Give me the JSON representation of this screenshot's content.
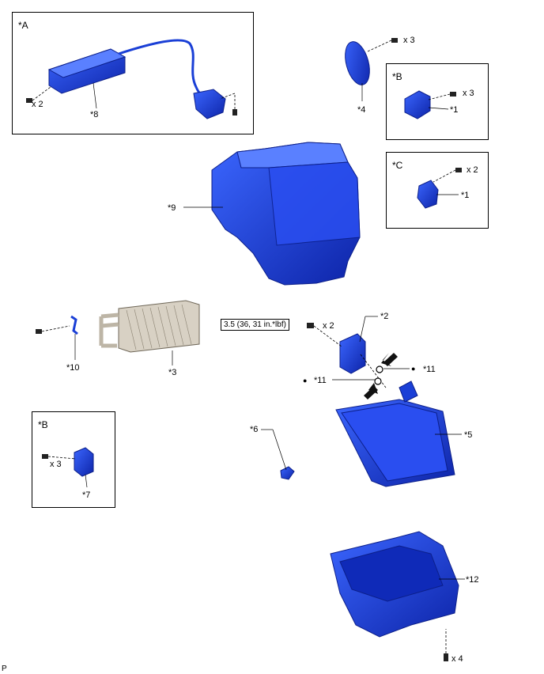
{
  "box_tags": {
    "A": "*A",
    "B1": "*B",
    "C": "*C",
    "B2": "*B"
  },
  "callouts": {
    "p1a": "*1",
    "p1b": "*1",
    "p2": "*2",
    "p3": "*3",
    "p4": "*4",
    "p5": "*5",
    "p6": "*6",
    "p7": "*7",
    "p8": "*8",
    "p9": "*9",
    "p10": "*10",
    "p11a": "*11",
    "p11b": "*11",
    "p12": "*12"
  },
  "quantities": {
    "q8": "x 2",
    "q4": "x 3",
    "qB1": "x 3",
    "qC": "x 2",
    "q2": "x 2",
    "qB2": "x 3",
    "q12": "x 4"
  },
  "torque": "3.5 (36, 31 in.*lbf)",
  "bullets": {
    "b1": "●",
    "b2": "●"
  },
  "footer": "P",
  "colors": {
    "part_blue": "#1a3fd6",
    "part_dark": "#0c1f8a",
    "heater_core": "#c9c2b6"
  }
}
